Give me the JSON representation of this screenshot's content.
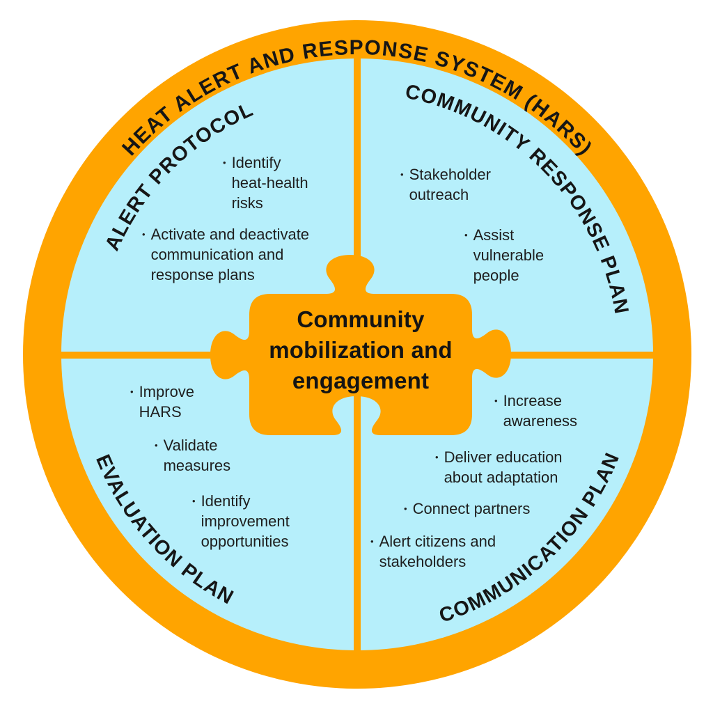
{
  "title_arc": "HEAT ALERT AND RESPONSE SYSTEM (HARS)",
  "center_label": "Community\nmobilization and\nengagement",
  "bullet_char": "•",
  "colors": {
    "ring_orange": "#FFA400",
    "quadrant_blue": "#B6EFFB",
    "text_dark": "#161616"
  },
  "quadrants": [
    {
      "label": "ALERT PROTOCOL",
      "items": [
        "Identify\nheat-health\nrisks",
        "Activate and deactivate\ncommunication and\nresponse plans"
      ]
    },
    {
      "label": "COMMUNITY RESPONSE PLAN",
      "items": [
        "Stakeholder\noutreach",
        "Assist\nvulnerable\npeople"
      ]
    },
    {
      "label": "EVALUATION PLAN",
      "items": [
        "Improve\nHARS",
        "Validate\nmeasures",
        "Identify\nimprovement\nopportunities"
      ]
    },
    {
      "label": "COMMUNICATION PLAN",
      "items": [
        "Increase\nawareness",
        "Deliver education\nabout adaptation",
        "Connect partners",
        "Alert citizens and\nstakeholders"
      ]
    }
  ]
}
